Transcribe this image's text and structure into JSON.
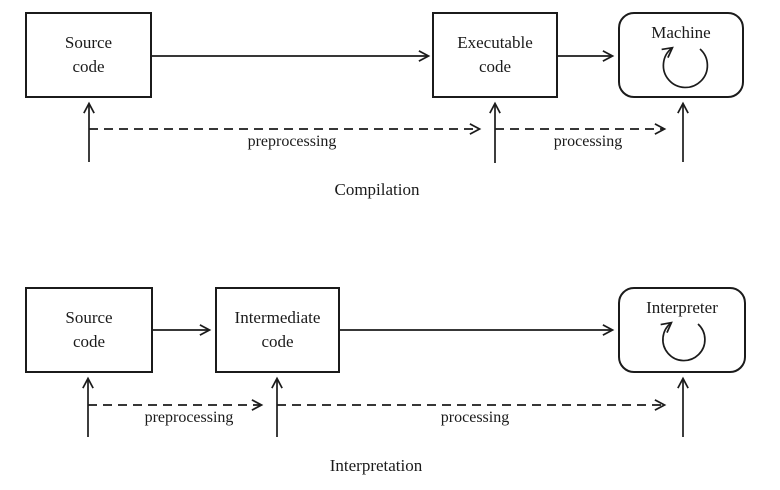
{
  "canvas": {
    "background_color": "#ffffff",
    "ink_color": "#1b1b1b"
  },
  "compilation": {
    "title": "Compilation",
    "boxes": {
      "source": {
        "line1": "Source",
        "line2": "code"
      },
      "executable": {
        "line1": "Executable",
        "line2": "code"
      },
      "machine": {
        "label": "Machine",
        "icon": "loop-arrow-icon"
      }
    },
    "arrow_labels": {
      "preprocessing": "preprocessing",
      "processing": "processing"
    }
  },
  "interpretation": {
    "title": "Interpretation",
    "boxes": {
      "source": {
        "line1": "Source",
        "line2": "code"
      },
      "intermediate": {
        "line1": "Intermediate",
        "line2": "code"
      },
      "interpreter": {
        "label": "Interpreter",
        "icon": "loop-arrow-icon"
      }
    },
    "arrow_labels": {
      "preprocessing": "preprocessing",
      "processing": "processing"
    }
  }
}
